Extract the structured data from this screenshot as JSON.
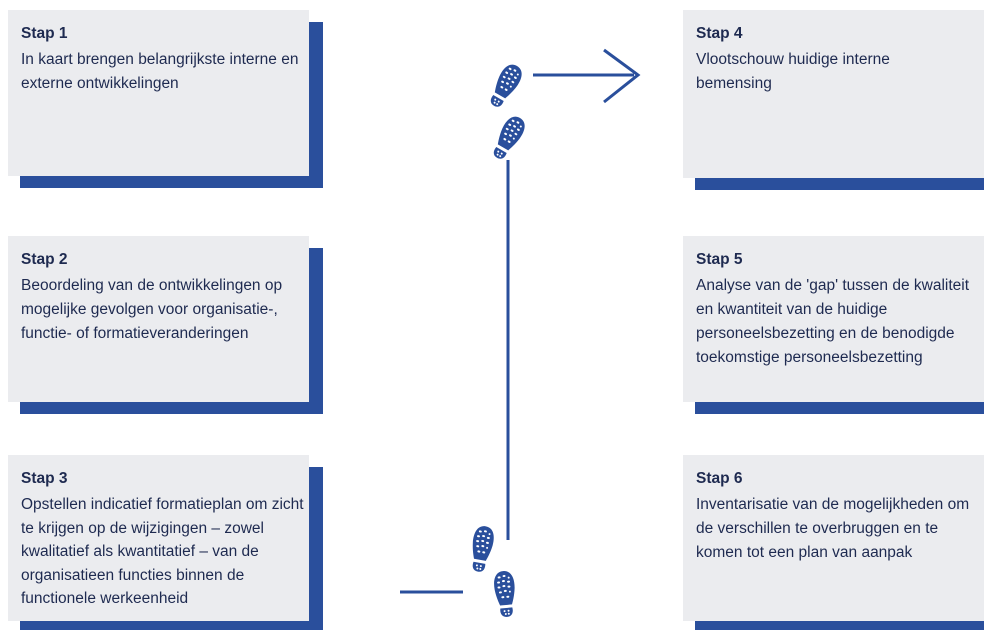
{
  "steps": [
    {
      "title": "Stap 1",
      "text": "In kaart brengen belangrijkste interne en externe ontwikkelingen"
    },
    {
      "title": "Stap 2",
      "text": "Beoordeling van de ontwikkelingen op mogelijke gevolgen voor organisatie-, functie- of formatieveranderingen"
    },
    {
      "title": "Stap 3",
      "text": "Opstellen indicatief formatieplan om zicht te krijgen op de wijzigingen – zowel kwalitatief als kwantitatief – van de organisatieen functies binnen de functionele werkeenheid"
    },
    {
      "title": "Stap 4",
      "text": "Vlootschouw huidige interne bemensing"
    },
    {
      "title": "Stap 5",
      "text": "Analyse van de 'gap' tussen de kwaliteit en kwantiteit van de huidige personeelsbezetting en de benodigde toekomstige personeelsbezetting"
    },
    {
      "title": "Stap 6",
      "text": "Inventarisatie van de mogelijkheden om de verschillen te overbruggen en te komen tot een plan van aanpak"
    }
  ],
  "colors": {
    "accent": "#2a4f9c",
    "card": "#ebecef",
    "text": "#1e2a50"
  },
  "icons": [
    "footprint-icon",
    "arrow-right-icon"
  ]
}
